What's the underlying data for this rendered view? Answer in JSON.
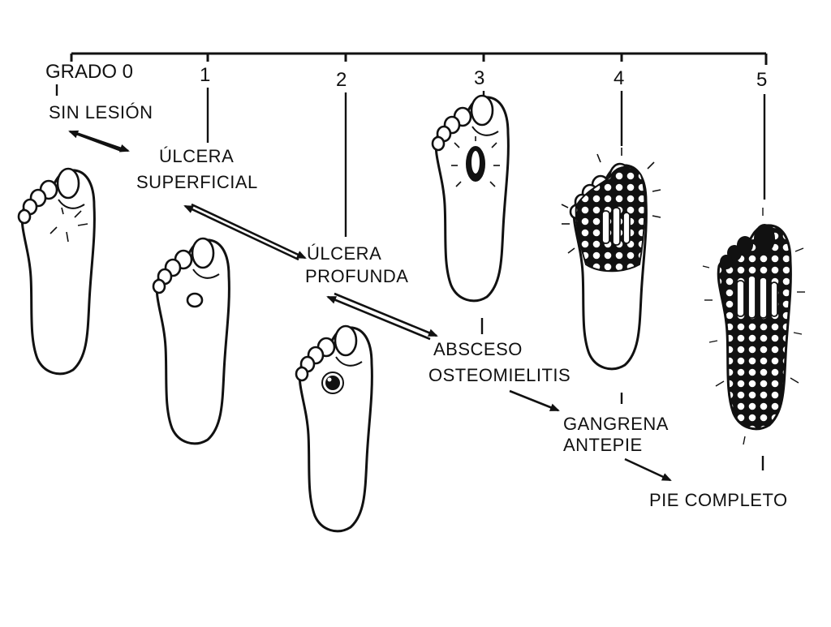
{
  "scale": {
    "grades": [
      "GRADO 0",
      "1",
      "2",
      "3",
      "4",
      "5"
    ]
  },
  "stages": [
    {
      "lines": [
        "SIN LESIÓN"
      ]
    },
    {
      "lines": [
        "ÚLCERA",
        "SUPERFICIAL"
      ]
    },
    {
      "lines": [
        "ÚLCERA",
        "PROFUNDA"
      ]
    },
    {
      "lines": [
        "ABSCESO",
        "OSTEOMIELITIS"
      ]
    },
    {
      "lines": [
        "GANGRENA",
        "ANTEPIE"
      ]
    },
    {
      "lines": [
        "PIE COMPLETO"
      ]
    }
  ],
  "colors": {
    "ink": "#111111",
    "paper": "#ffffff"
  },
  "icons": [
    "foot-grade-0-icon",
    "foot-grade-1-icon",
    "foot-grade-2-icon",
    "foot-grade-3-icon",
    "foot-grade-4-icon",
    "foot-grade-5-icon"
  ]
}
